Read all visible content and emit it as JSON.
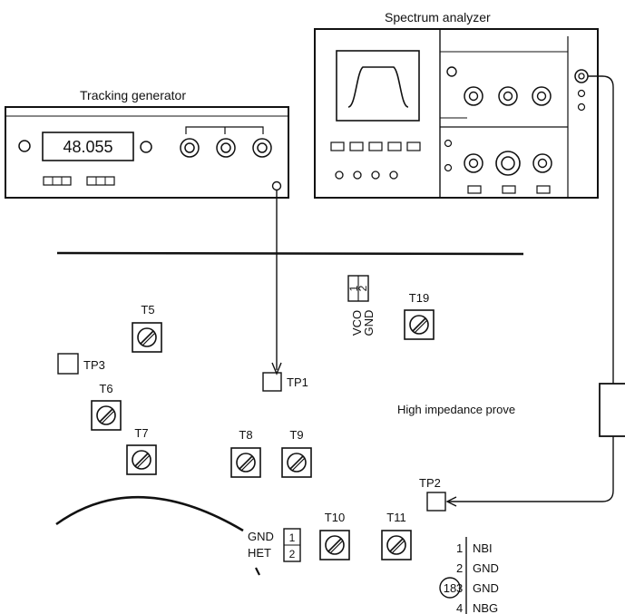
{
  "instruments": {
    "tracking_generator": {
      "title": "Tracking generator",
      "display": "48.055"
    },
    "spectrum_analyzer": {
      "title": "Spectrum analyzer"
    }
  },
  "probe": {
    "label": "High impedance prove"
  },
  "test_points": {
    "tp1": "TP1",
    "tp2": "TP2",
    "tp3": "TP3"
  },
  "trimmers": {
    "t5": "T5",
    "t6": "T6",
    "t7": "T7",
    "t8": "T8",
    "t9": "T9",
    "t10": "T10",
    "t11": "T11",
    "t19": "T19"
  },
  "vco_connector": {
    "pin_labels": [
      "VCO",
      "GND"
    ],
    "pin_numbers": [
      "1",
      "2"
    ]
  },
  "het_connector": {
    "pin_labels": [
      "GND",
      "HET"
    ],
    "pin_numbers": [
      "1",
      "2"
    ]
  },
  "connector_18": {
    "id": "18",
    "pins": [
      {
        "num": "1",
        "name": "NBI"
      },
      {
        "num": "2",
        "name": "GND"
      },
      {
        "num": "3",
        "name": "GND"
      },
      {
        "num": "4",
        "name": "NBG"
      }
    ]
  }
}
